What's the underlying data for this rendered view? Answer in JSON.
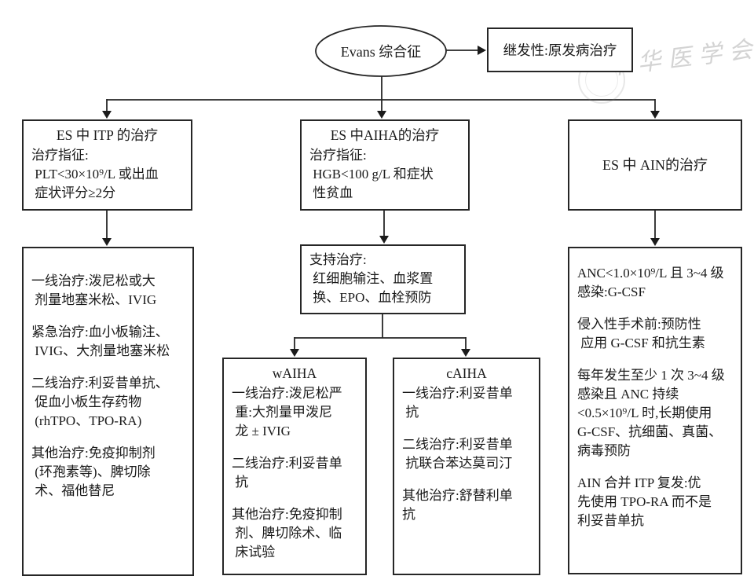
{
  "watermark": {
    "text": "中华医学会"
  },
  "flow": {
    "root_label": "Evans 综合征",
    "secondary_label": "继发性:原发病治疗",
    "itp": {
      "header_title": "ES 中 ITP 的治疗",
      "header_lines": [
        "治疗指征:",
        " PLT<30×10⁹/L 或出血",
        " 症状评分≥2分"
      ],
      "detail_lines": [
        "一线治疗:泼尼松或大",
        " 剂量地塞米松、IVIG",
        "",
        "紧急治疗:血小板输注、",
        " IVIG、大剂量地塞米松",
        "",
        "二线治疗:利妥昔单抗、",
        " 促血小板生存药物",
        " (rhTPO、TPO-RA)",
        "",
        "其他治疗:免疫抑制剂",
        " (环孢素等)、脾切除",
        " 术、福他替尼"
      ]
    },
    "aiha": {
      "header_title": "ES 中AIHA的治疗",
      "header_lines": [
        "治疗指征:",
        " HGB<100 g/L 和症状",
        " 性贫血"
      ],
      "support_lines": [
        "支持治疗:",
        " 红细胞输注、血浆置",
        " 换、EPO、血栓预防"
      ],
      "waiha": {
        "title": "wAIHA",
        "lines": [
          "一线治疗:泼尼松严",
          " 重:大剂量甲泼尼",
          " 龙 ± IVIG",
          "",
          "二线治疗:利妥昔单",
          " 抗",
          "",
          "其他治疗:免疫抑制",
          " 剂、脾切除术、临",
          " 床试验"
        ]
      },
      "caiha": {
        "title": "cAIHA",
        "lines": [
          "一线治疗:利妥昔单",
          " 抗",
          "",
          "二线治疗:利妥昔单",
          " 抗联合苯达莫司汀",
          "",
          "其他治疗:舒替利单",
          "抗"
        ]
      }
    },
    "ain": {
      "header_title": "ES 中 AIN的治疗",
      "detail_lines": [
        "ANC<1.0×10⁹/L 且 3~4 级",
        "感染:G-CSF",
        "",
        "侵入性手术前:预防性",
        " 应用 G-CSF 和抗生素",
        "",
        "每年发生至少 1 次 3~4 级",
        "感染且 ANC 持续",
        "<0.5×10⁹/L 时,长期使用",
        "G-CSF、抗细菌、真菌、",
        "病毒预防",
        "",
        "AIN 合并 ITP 复发:优",
        "先使用 TPO-RA 而不是",
        "利妥昔单抗"
      ]
    }
  }
}
